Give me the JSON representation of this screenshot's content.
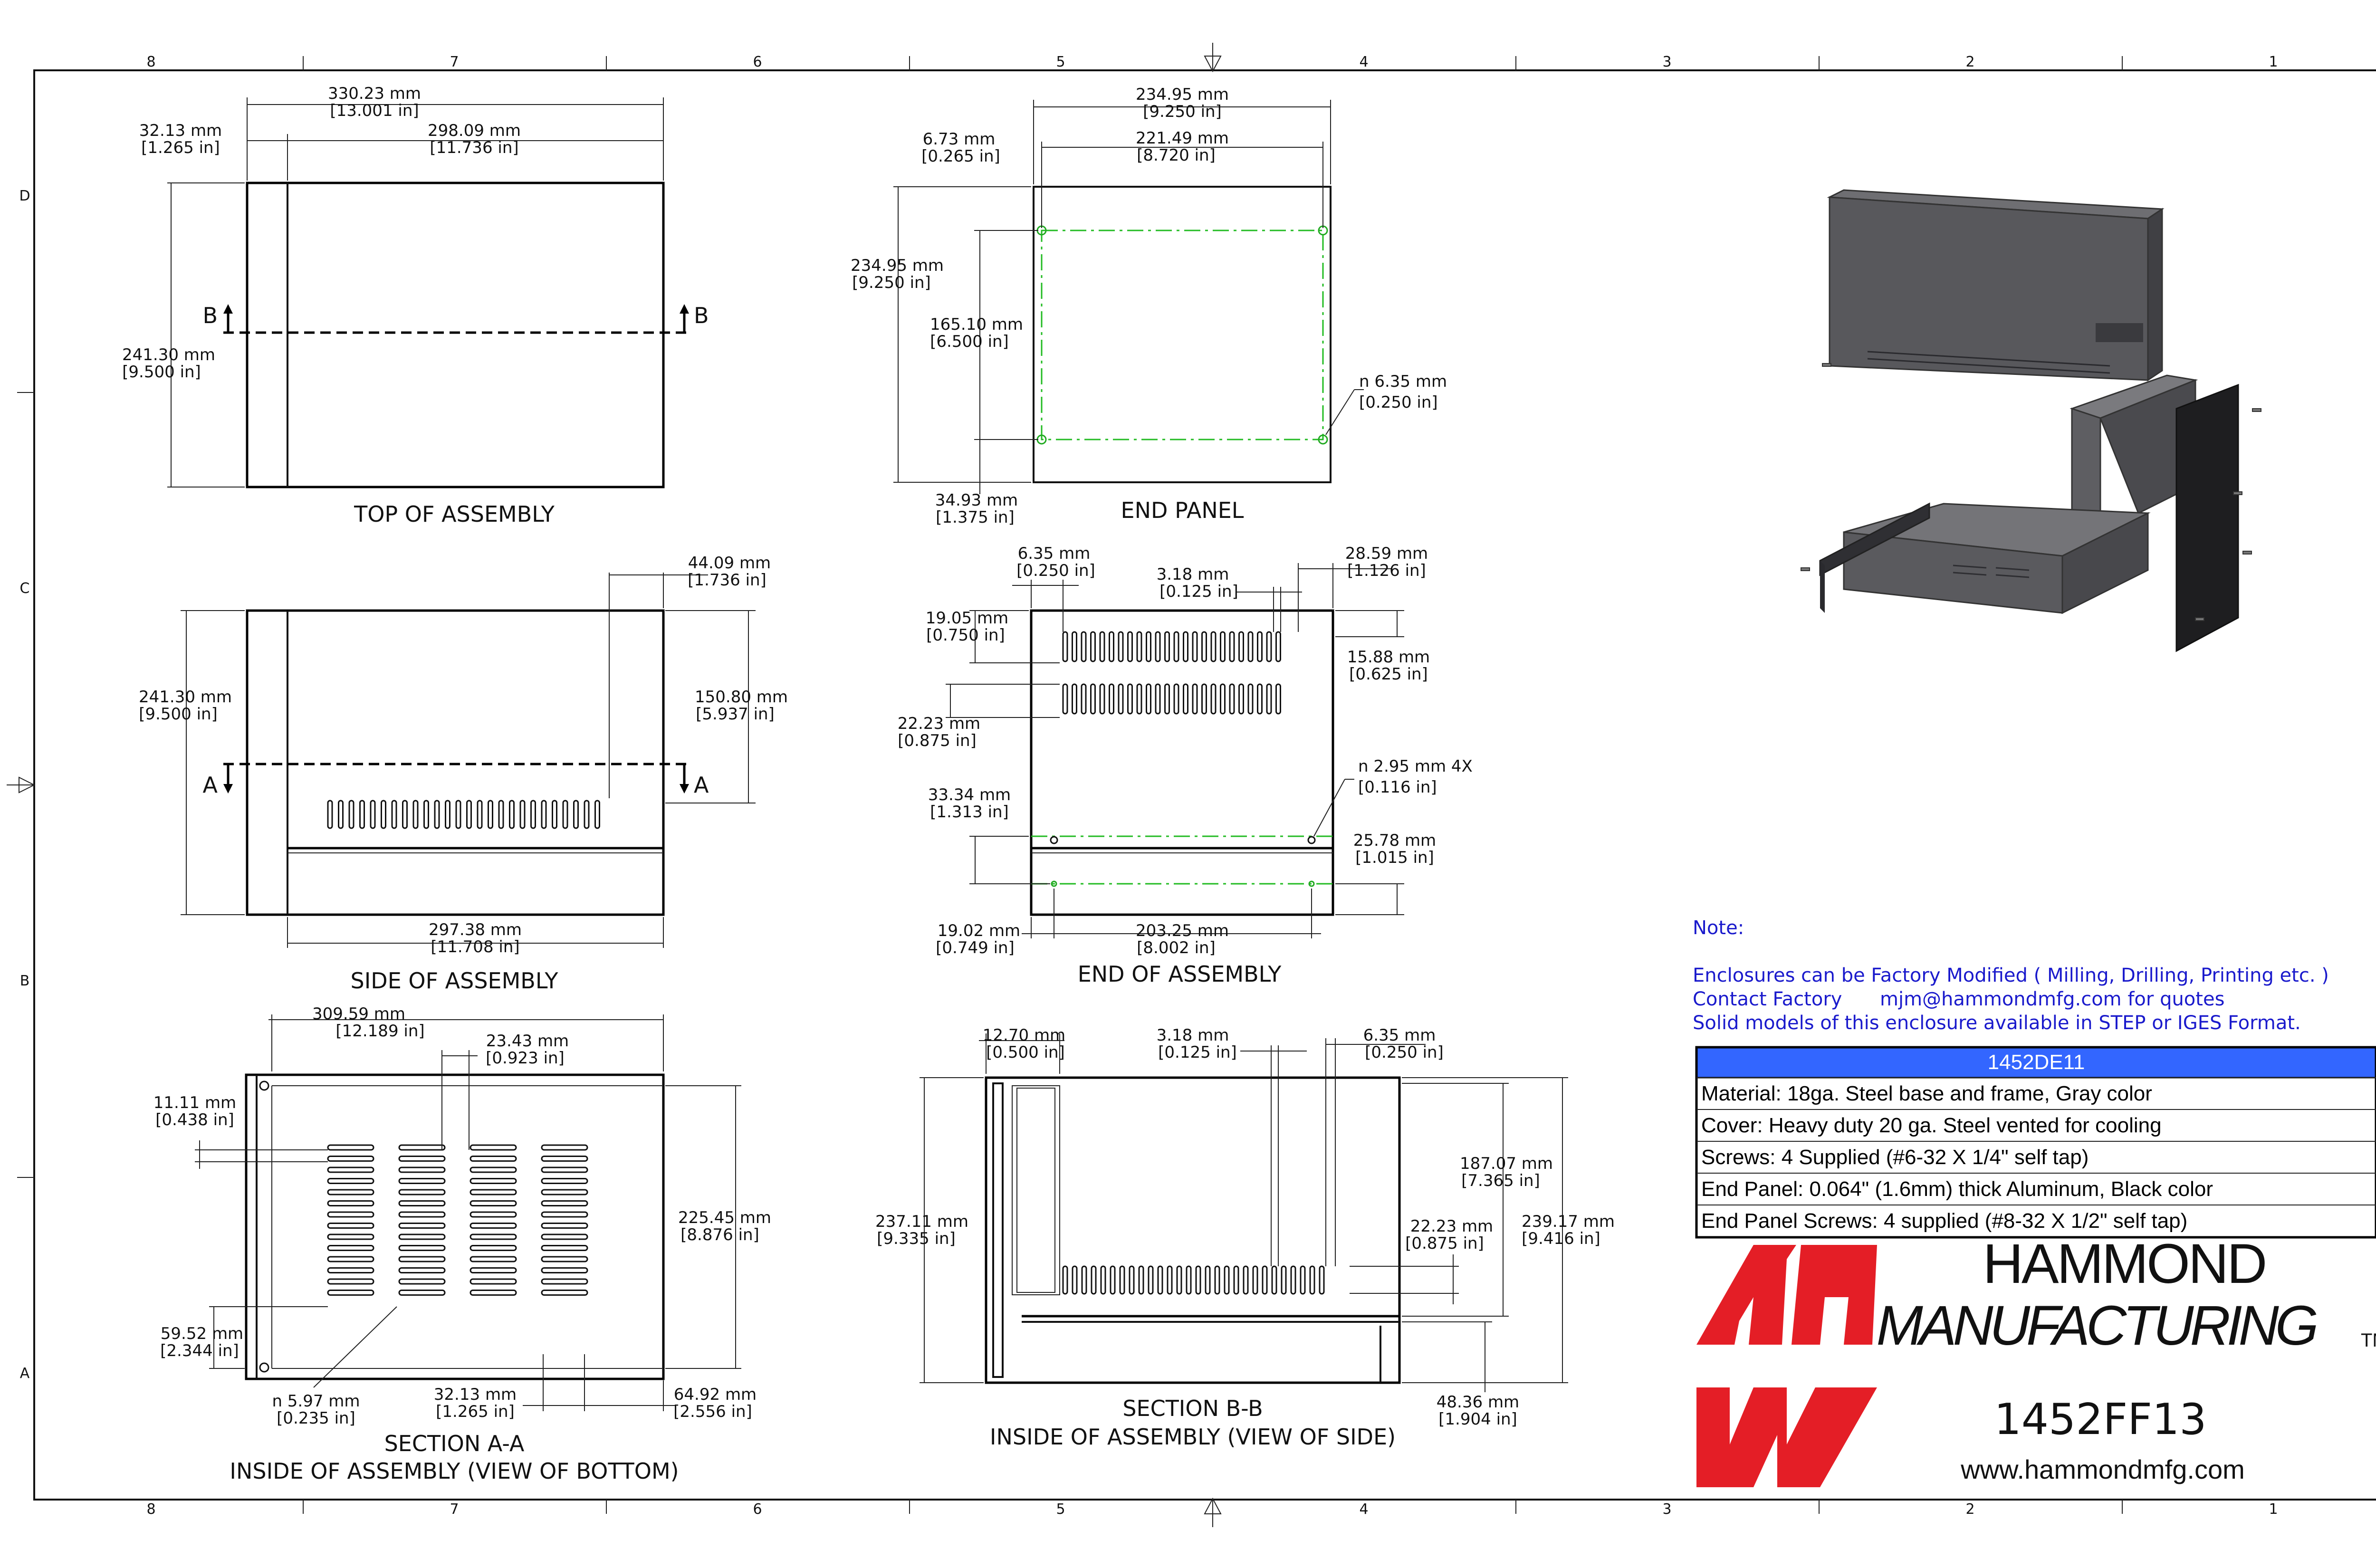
{
  "zones": {
    "columns": [
      "8",
      "7",
      "6",
      "5",
      "4",
      "3",
      "2",
      "1"
    ],
    "rows": [
      "D",
      "C",
      "B",
      "A"
    ]
  },
  "views": {
    "top": {
      "title": "TOP OF ASSEMBLY",
      "dims": {
        "overall_w": [
          "330.23 mm",
          "[13.001 in]"
        ],
        "edge": [
          "32.13 mm",
          "[1.265 in]"
        ],
        "inner_w": [
          "298.09 mm",
          "[11.736 in]"
        ],
        "depth": [
          "241.30 mm",
          "[9.500 in]"
        ]
      },
      "section_letter": "B"
    },
    "end_panel": {
      "title": "END PANEL",
      "dims": {
        "width": [
          "234.95 mm",
          "[9.250 in]"
        ],
        "left_off": [
          "6.73 mm",
          "[0.265 in]"
        ],
        "hole_span": [
          "221.49 mm",
          "[8.720 in]"
        ],
        "height": [
          "234.95 mm",
          "[9.250 in]"
        ],
        "hole_v": [
          "165.10 mm",
          "[6.500 in]"
        ],
        "bottom_off": [
          "34.93 mm",
          "[1.375 in]"
        ],
        "hole_dia": [
          "n 6.35 mm",
          "[0.250 in]"
        ]
      }
    },
    "side": {
      "title": "SIDE OF ASSEMBLY",
      "dims": {
        "depth": [
          "241.30 mm",
          "[9.500 in]"
        ],
        "top_right": [
          "44.09 mm",
          "[1.736 in]"
        ],
        "vent_h": [
          "150.80 mm",
          "[5.937 in]"
        ],
        "base_w": [
          "297.38 mm",
          "[11.708 in]"
        ]
      },
      "section_letter": "A"
    },
    "end": {
      "title": "END OF ASSEMBLY",
      "dims": {
        "left_off": [
          "6.35 mm",
          "[0.250 in]"
        ],
        "slot_w": [
          "3.18 mm",
          "[0.125 in]"
        ],
        "right_off": [
          "28.59 mm",
          "[1.126 in]"
        ],
        "top_off": [
          "19.05 mm",
          "[0.750 in]"
        ],
        "row_gap": [
          "15.88 mm",
          "[0.625 in]"
        ],
        "slot_h": [
          "22.23 mm",
          "[0.875 in]"
        ],
        "hole_dia": [
          "n 2.95 mm 4X",
          "[0.116 in]"
        ],
        "base_h": [
          "33.34 mm",
          "[1.313 in]"
        ],
        "hole_v": [
          "25.78 mm",
          "[1.015 in]"
        ],
        "hole_off": [
          "19.02 mm",
          "[0.749 in]"
        ],
        "hole_span": [
          "203.25 mm",
          "[8.002 in]"
        ]
      }
    },
    "section_a": {
      "title": "SECTION A-A",
      "subtitle": "INSIDE OF ASSEMBLY (VIEW OF BOTTOM)",
      "dims": {
        "overall_w": [
          "309.59 mm",
          "[12.189 in]"
        ],
        "col_pitch": [
          "23.43 mm",
          "[0.923 in]"
        ],
        "top_off": [
          "11.11 mm",
          "[0.438 in]"
        ],
        "height": [
          "225.45 mm",
          "[8.876 in]"
        ],
        "bottom_off": [
          "59.52 mm",
          "[2.344 in]"
        ],
        "hole_dia": [
          "n 5.97 mm",
          "[0.235 in]"
        ],
        "left_off": [
          "32.13 mm",
          "[1.265 in]"
        ],
        "right_off": [
          "64.92 mm",
          "[2.556 in]"
        ]
      }
    },
    "section_b": {
      "title": "SECTION B-B",
      "subtitle": "INSIDE OF ASSEMBLY (VIEW OF SIDE)",
      "dims": {
        "left_off": [
          "12.70 mm",
          "[0.500 in]"
        ],
        "slot_w": [
          "3.18 mm",
          "[0.125 in]"
        ],
        "right_off": [
          "6.35 mm",
          "[0.250 in]"
        ],
        "height": [
          "237.11 mm",
          "[9.335 in]"
        ],
        "vent_top": [
          "187.07 mm",
          "[7.365 in]"
        ],
        "slot_h": [
          "22.23 mm",
          "[0.875 in]"
        ],
        "overall_h": [
          "239.17 mm",
          "[9.416 in]"
        ],
        "base_h": [
          "48.36 mm",
          "[1.904 in]"
        ]
      }
    }
  },
  "notes": {
    "heading": "Note:",
    "line1": "Enclosures can be Factory Modified ( Milling, Drilling, Printing etc. )",
    "line2a": "Contact Factory",
    "line2b": "mjm@hammondmfg.com for quotes",
    "line3": "Solid models of this enclosure available in STEP or IGES Format."
  },
  "spec_table": {
    "header": "1452DE11",
    "rows": [
      "Material: 18ga. Steel base and frame,  Gray color",
      "Cover: Heavy duty 20 ga. Steel vented for cooling",
      "Screws: 4 Supplied (#6-32 X 1/4\" self tap)",
      "End Panel: 0.064\" (1.6mm) thick Aluminum, Black color",
      "End Panel Screws: 4 supplied (#8-32 X 1/2\" self tap)"
    ],
    "header_color": "#3366ff"
  },
  "title_block": {
    "company_line1": "HAMMOND",
    "company_line2": "MANUFACTURING",
    "trademark": "TM",
    "part_number": "1452FF13",
    "website": "www.hammondmfg.com",
    "logo_color": "#e41e26"
  }
}
